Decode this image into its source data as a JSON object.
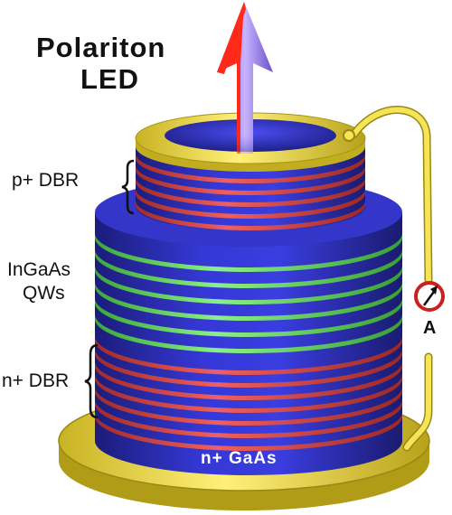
{
  "title": {
    "line1": "Polariton",
    "line2": "LED"
  },
  "labels": {
    "p_dbr": "p+ DBR",
    "qws_line1": "InGaAs",
    "qws_line2": "QWs",
    "n_dbr": "n+ DBR",
    "substrate": "n+ GaAs",
    "ammeter": "A"
  },
  "colors": {
    "gold": "#f2e14a",
    "gold_dark": "#b9a51a",
    "blue": "#2f32c8",
    "blue_dark": "#1b1c7a",
    "red_layer": "#e0504c",
    "green_layer": "#6fe06a",
    "arrow_red": "#ff2020",
    "arrow_purple": "#8a6bd8"
  },
  "icons": {
    "emission": "upward-arrow-icon",
    "meter": "ammeter-icon"
  }
}
